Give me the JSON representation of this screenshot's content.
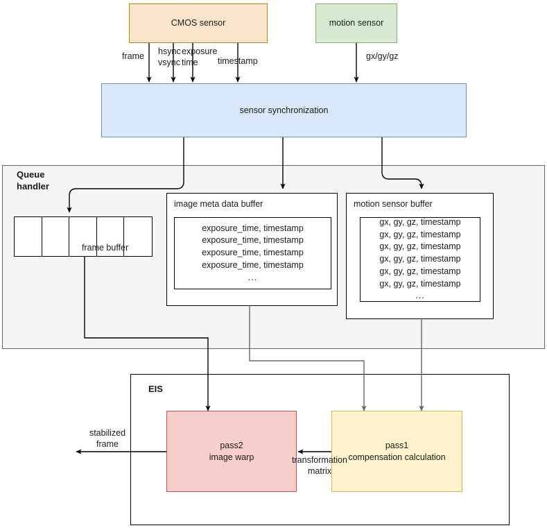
{
  "diagram": {
    "title_nodes": {
      "cmos_sensor": "CMOS sensor",
      "motion_sensor": "motion sensor",
      "sensor_sync": "sensor  synchronization",
      "queue_handler": "Queue\nhandler",
      "eis": "EIS",
      "frame_buffer": "frame buffer",
      "image_meta_buffer": "image meta data buffer",
      "motion_sensor_buffer": "motion sensor buffer",
      "pass2": "pass2\nimage warp",
      "pass1": "pass1\ncompensation  calculation"
    },
    "edge_labels": {
      "frame": "frame",
      "hsync_vsync": "hsync\nvsync",
      "exposure_time": "exposure\ntime",
      "timestamp": "timestamp",
      "gyro": "gx/gy/gz",
      "transformation_matrix": "transformation\nmatrix",
      "stabilized_frame": "stabilized\nframe"
    },
    "image_meta_rows": [
      "exposure_time, timestamp",
      "exposure_time, timestamp",
      "exposure_time, timestamp",
      "exposure_time, timestamp",
      "..."
    ],
    "motion_rows": [
      "gx, gy, gz, timestamp",
      "gx, gy, gz, timestamp",
      "gx, gy, gz, timestamp",
      "gx, gy, gz, timestamp",
      "gx, gy, gz, timestamp",
      "gx, gy, gz, timestamp",
      "..."
    ],
    "frame_buffer_cells": [
      "",
      "",
      "",
      "",
      ""
    ],
    "colors": {
      "cmos_fill": "#fce5cd",
      "cmos_stroke": "#b8860b",
      "motion_fill": "#d9ead3",
      "motion_stroke": "#82b366",
      "sync_fill": "#dae8fc",
      "sync_stroke": "#6c8ebf",
      "pass2_fill": "#f8cecc",
      "pass2_stroke": "#b85450",
      "pass1_fill": "#fff2cc",
      "pass1_stroke": "#d6b656",
      "queue_fill": "#f5f5f5",
      "queue_stroke": "#666666",
      "eis_stroke": "#000000",
      "wire_black": "#000000",
      "wire_gray": "#666666"
    }
  }
}
